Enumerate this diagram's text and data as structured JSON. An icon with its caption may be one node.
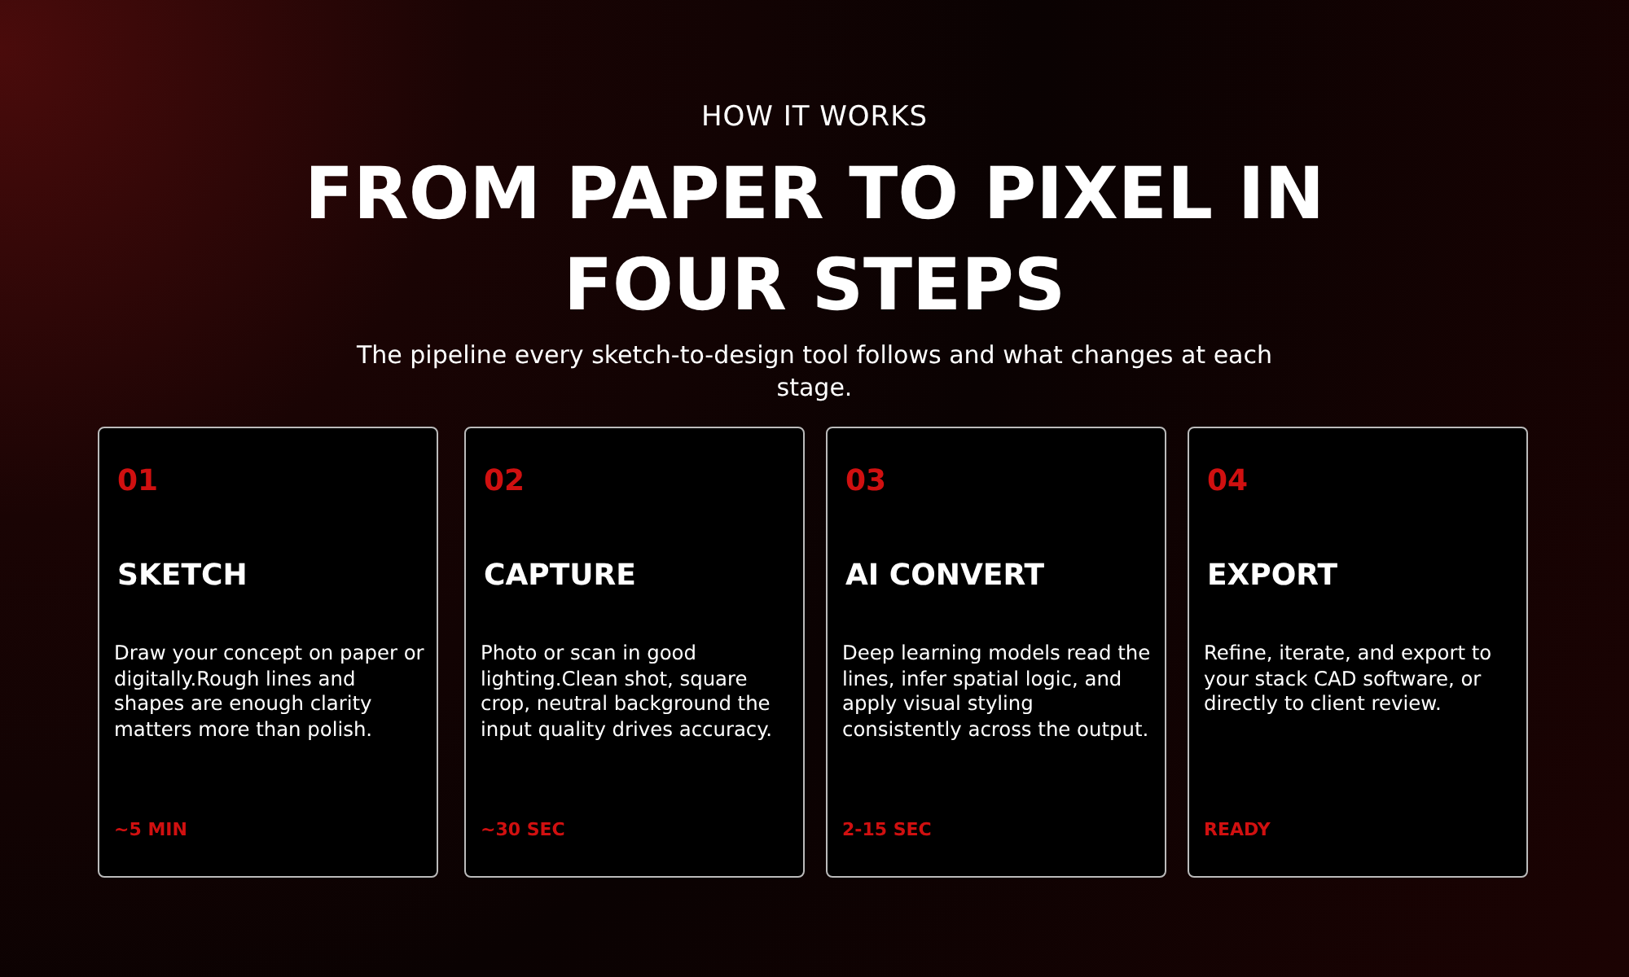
{
  "diagram": {
    "title": "FROM PAPER TO PIXEL IN FOUR STEPS",
    "nodes": [
      {
        "text": [
          "01",
          "SKETCH",
          "Draw your concept on paper or digitally.Rough lines and shapes are enough clarity matters more than polish.",
          "~5 MIN"
        ]
      },
      {
        "text": [
          "02",
          "CAPTURE",
          "Photo or scan in good lighting.Clean shot, square crop, neutral background the input quality drives accuracy.",
          "~30 SEC"
        ]
      },
      {
        "text": [
          "03",
          "AI CONVERT",
          "Deep learning models read the lines, infer spatial logic, and apply visual styling consistently across the output.",
          "2-15 SEC"
        ]
      },
      {
        "text": [
          "04",
          "EXPORT",
          "Refine, iterate, and export to your stack CAD software, or directly to client review.",
          "READY"
        ]
      }
    ],
    "labels": [
      "HOW IT WORKS",
      "The pipeline every sketch-to-design tool follows and what changes at each stage."
    ]
  }
}
